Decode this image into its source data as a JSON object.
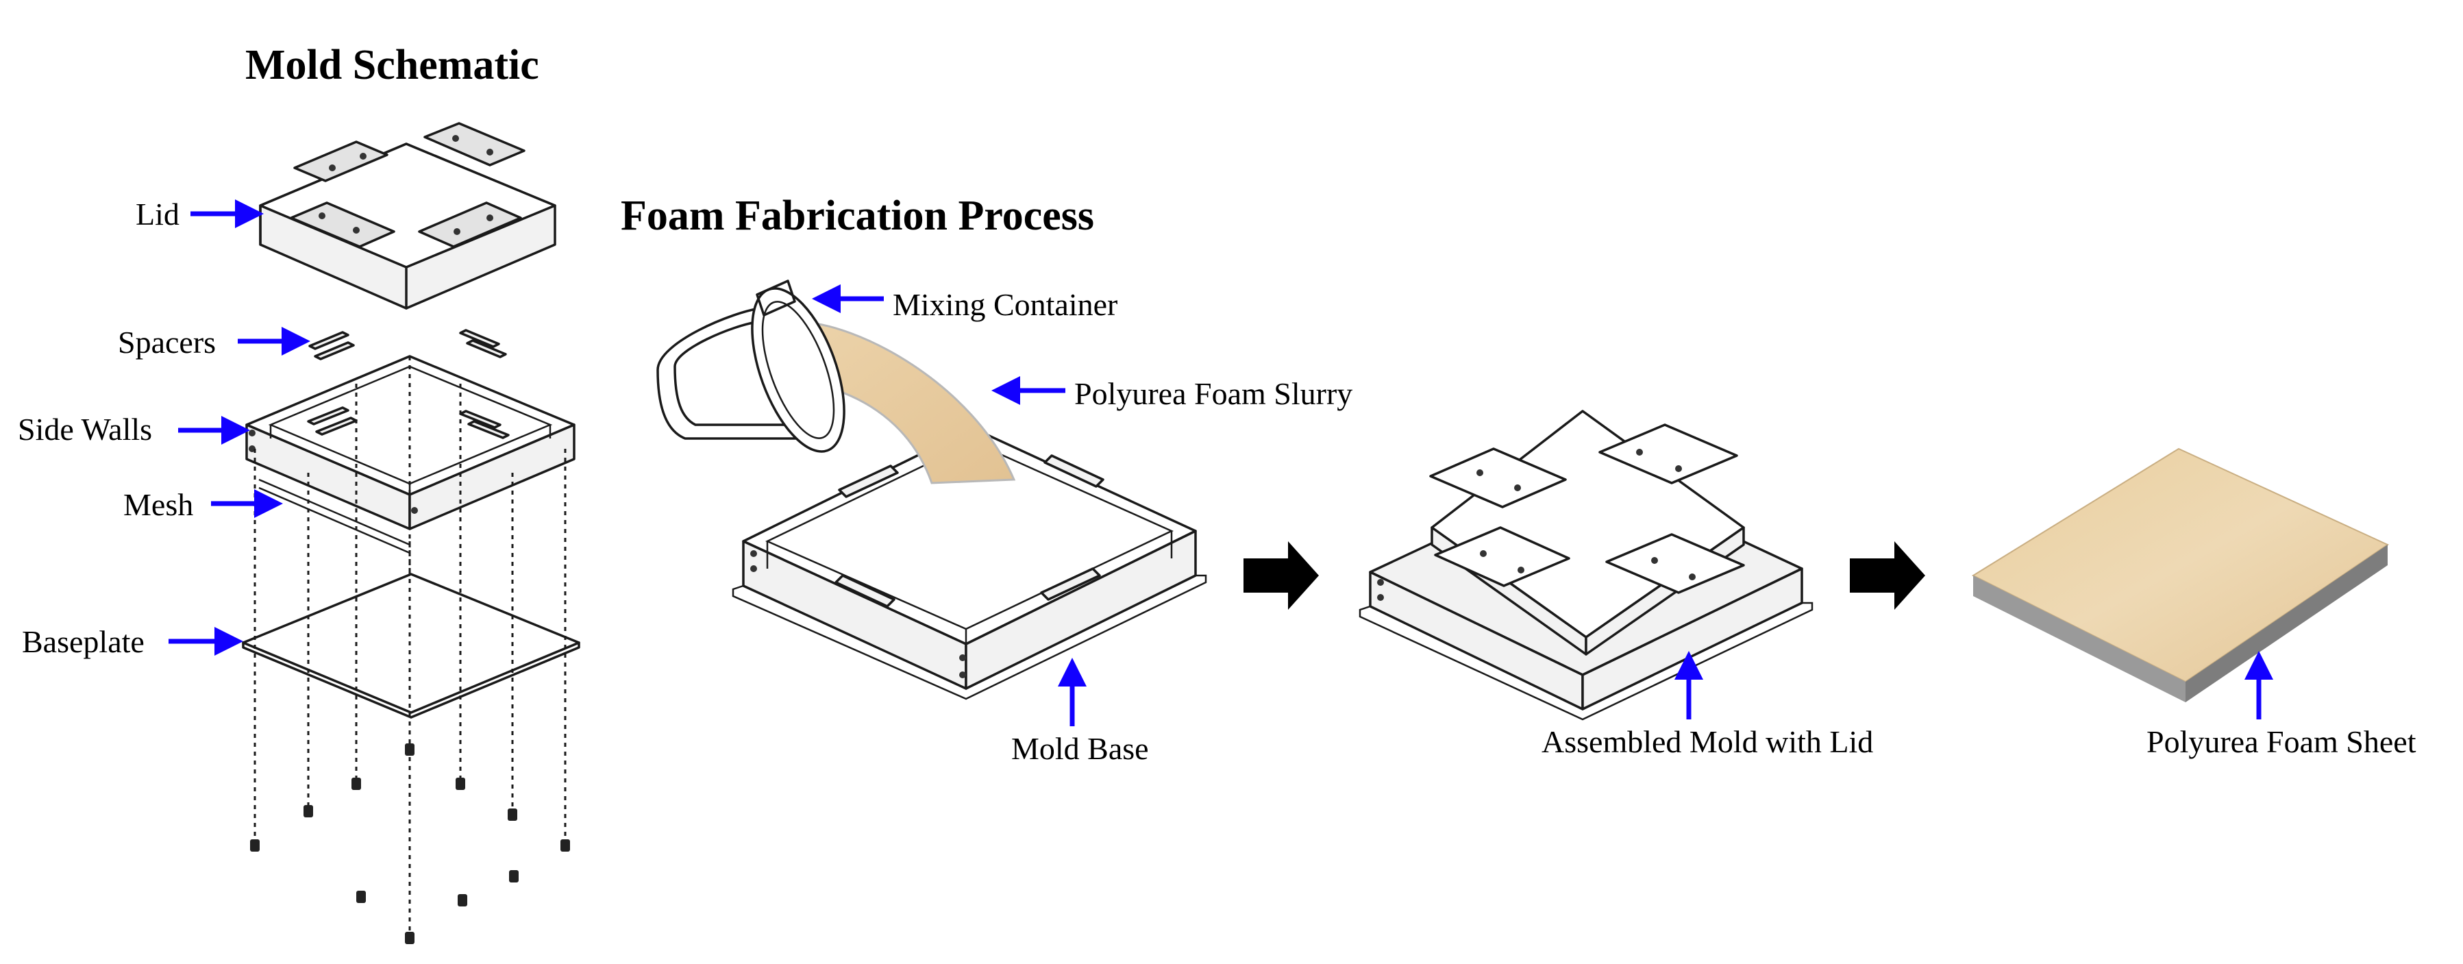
{
  "titles": {
    "mold_schematic": "Mold Schematic",
    "foam_process": "Foam Fabrication Process"
  },
  "schematic_labels": {
    "lid": "Lid",
    "spacers": "Spacers",
    "side_walls": "Side Walls",
    "mesh": "Mesh",
    "baseplate": "Baseplate"
  },
  "process_labels": {
    "mixing_container": "Mixing Container",
    "slurry": "Polyurea Foam Slurry",
    "mold_base": "Mold Base",
    "assembled": "Assembled Mold with Lid",
    "foam_sheet": "Polyurea Foam Sheet"
  },
  "colors": {
    "label_arrow": "#1200ff",
    "process_arrow": "#000000",
    "foam": "#e8cda0",
    "foam_edge": "#8a8a8a",
    "line_art": "#1a1a1a"
  }
}
